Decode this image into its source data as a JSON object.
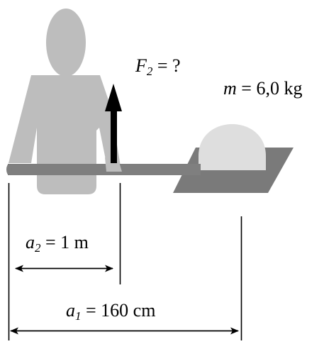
{
  "colors": {
    "person": "#bdbdbd",
    "beam": "#7f7f7f",
    "tray": "#7a7a7a",
    "load": "#dedede",
    "ink": "#000000"
  },
  "labels": {
    "force": {
      "symbol": "F",
      "subscript": "2",
      "rest": " = ?"
    },
    "mass": {
      "symbol": "m",
      "rest": " = 6,0 kg"
    },
    "a2": {
      "symbol": "a",
      "subscript": "2",
      "rest": " = 1 m"
    },
    "a1": {
      "symbol": "a",
      "subscript": "1",
      "rest": " = 160 cm"
    }
  },
  "icons": {
    "force_arrow": "up-arrow-icon",
    "dimension_arrow": "double-headed-arrow-icon"
  }
}
